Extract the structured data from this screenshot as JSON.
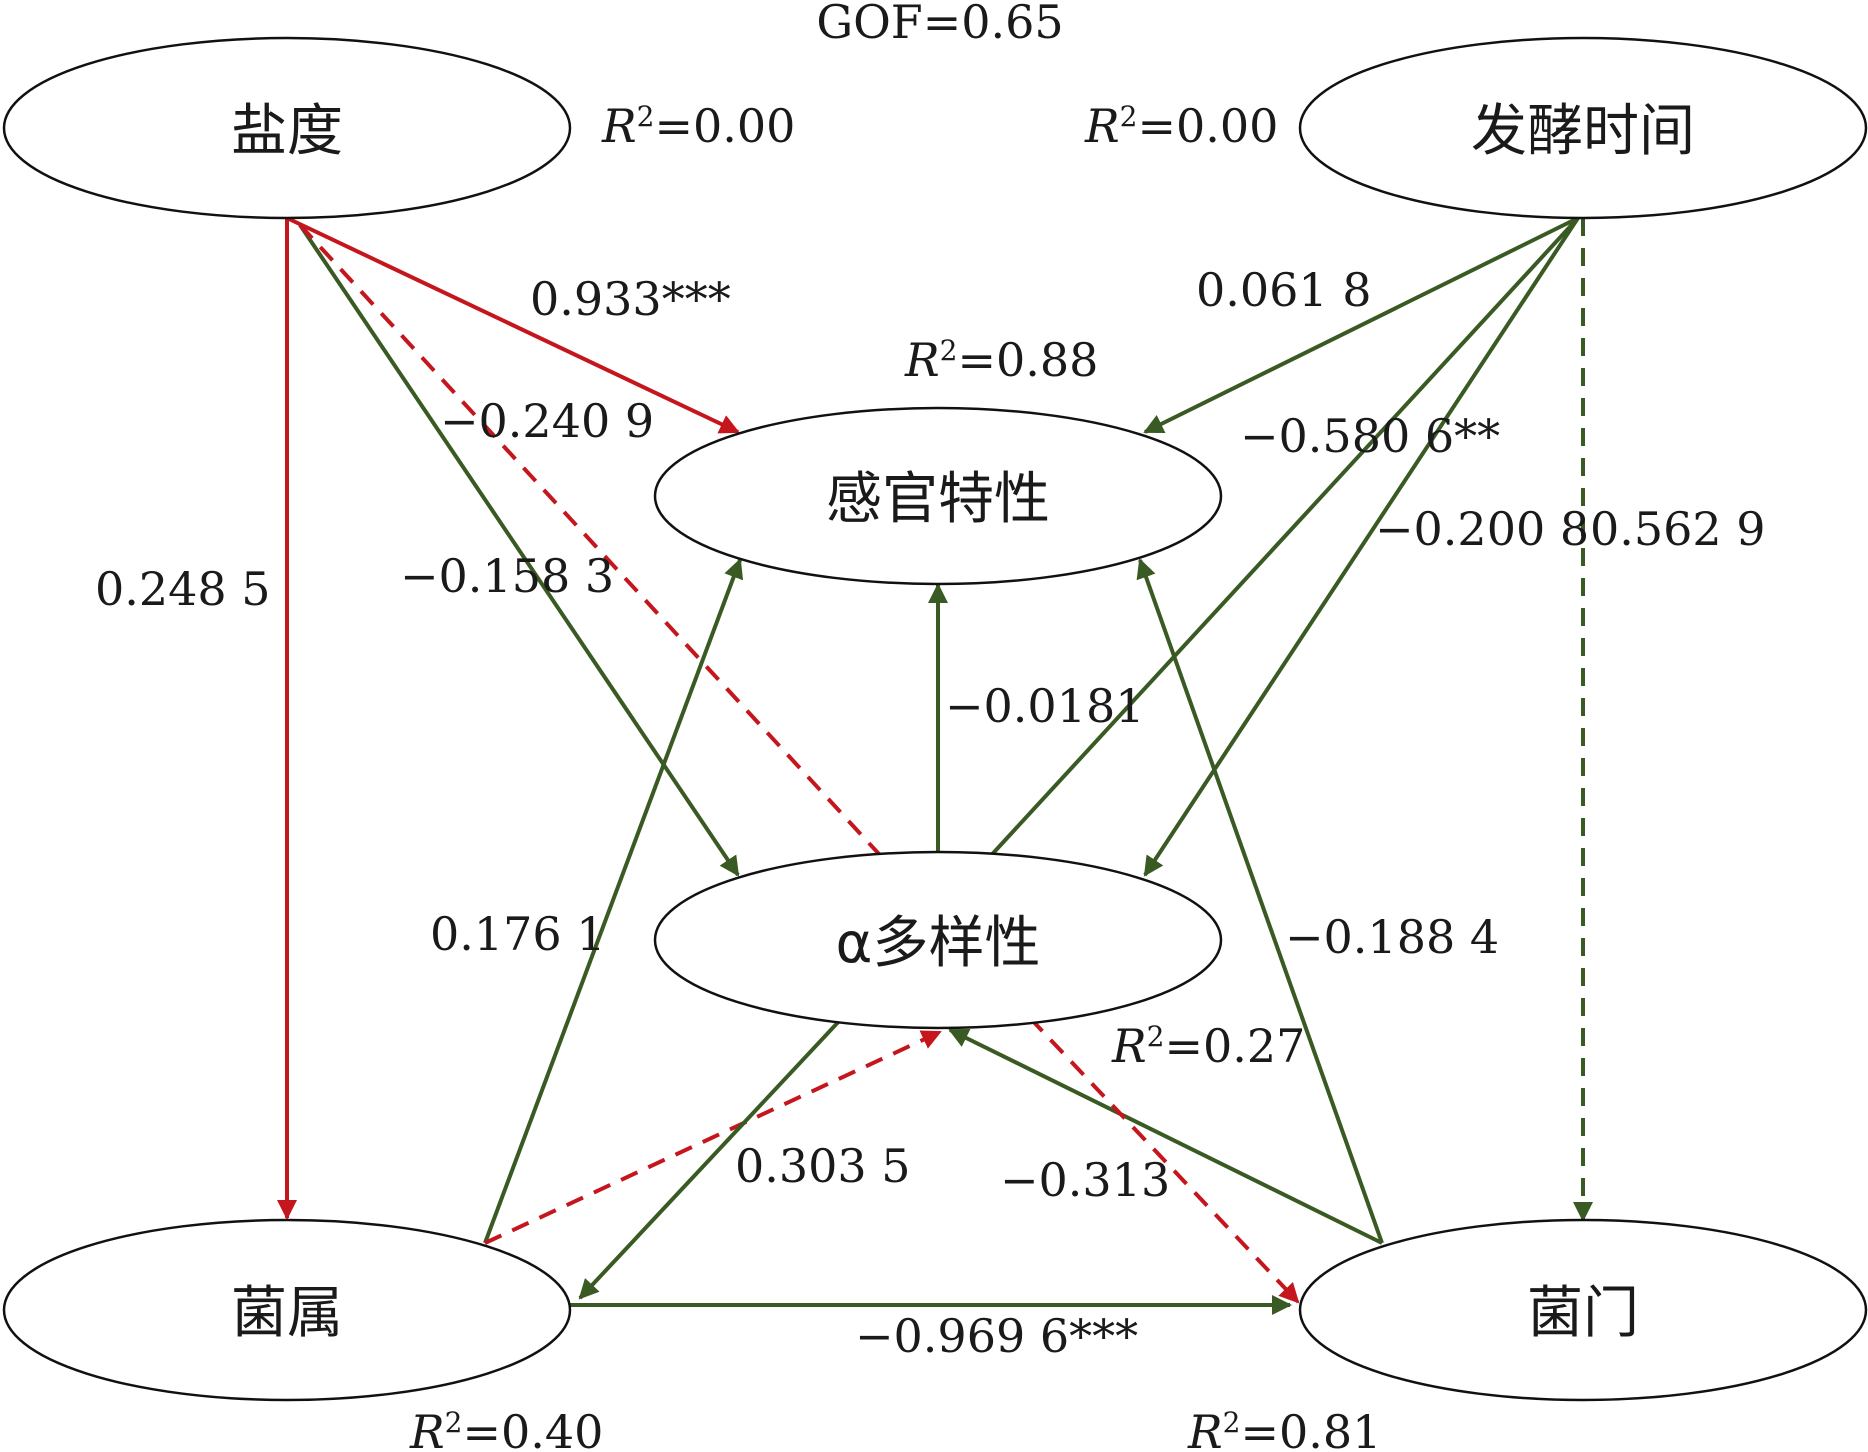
{
  "title": "GOF=0.65",
  "colors": {
    "positive": "#c4161c",
    "negative": "#3a5a23"
  },
  "nodes": {
    "salinity": "盐度",
    "fermentation_time": "发酵时间",
    "sensory": "感官特性",
    "alpha": "α多样性",
    "genus": "菌属",
    "phylum": "菌门"
  },
  "r2": {
    "prefix": "R",
    "salinity": "=0.00",
    "fermentation_time": "=0.00",
    "sensory": "=0.88",
    "alpha": "=0.27",
    "genus": "=0.40",
    "phylum": "=0.81"
  },
  "paths": [
    {
      "from": "盐度",
      "to": "感官特性",
      "coef": "0.933***",
      "sign": "positive",
      "style": "solid"
    },
    {
      "from": "盐度",
      "to": "菌属",
      "coef": "0.248 5",
      "sign": "positive",
      "style": "solid"
    },
    {
      "from": "盐度",
      "to": "α多样性",
      "coef": "−0.158 3",
      "sign": "negative",
      "style": "solid"
    },
    {
      "from": "盐度",
      "to": "菌门",
      "coef": "−0.240 9",
      "sign": "positive",
      "style": "dashed"
    },
    {
      "from": "发酵时间",
      "to": "感官特性",
      "coef": "0.061 8",
      "sign": "negative",
      "style": "solid"
    },
    {
      "from": "发酵时间",
      "to": "菌属",
      "coef": "−0.580 6**",
      "sign": "negative",
      "style": "solid"
    },
    {
      "from": "发酵时间",
      "to": "α多样性",
      "coef": "−0.200 8",
      "sign": "negative",
      "style": "solid"
    },
    {
      "from": "发酵时间",
      "to": "菌门",
      "coef": "0.562 9",
      "sign": "negative",
      "style": "dashed"
    },
    {
      "from": "α多样性",
      "to": "感官特性",
      "coef": "−0.0181",
      "sign": "negative",
      "style": "solid"
    },
    {
      "from": "菌属",
      "to": "感官特性",
      "coef": "0.176 1",
      "sign": "negative",
      "style": "solid"
    },
    {
      "from": "菌门",
      "to": "感官特性",
      "coef": "−0.188 4",
      "sign": "negative",
      "style": "solid"
    },
    {
      "from": "菌属",
      "to": "α多样性",
      "coef": "0.303 5",
      "sign": "positive",
      "style": "dashed"
    },
    {
      "from": "α多样性",
      "to": "菌属",
      "coef": "0.303 5",
      "sign": "negative",
      "style": "solid"
    },
    {
      "from": "菌门",
      "to": "α多样性",
      "coef": "−0.313",
      "sign": "negative",
      "style": "solid"
    },
    {
      "from": "α多样性",
      "to": "菌门",
      "coef": "−0.313",
      "sign": "positive",
      "style": "dashed"
    },
    {
      "from": "菌属",
      "to": "菌门",
      "coef": "−0.969 6***",
      "sign": "negative",
      "style": "solid"
    }
  ]
}
